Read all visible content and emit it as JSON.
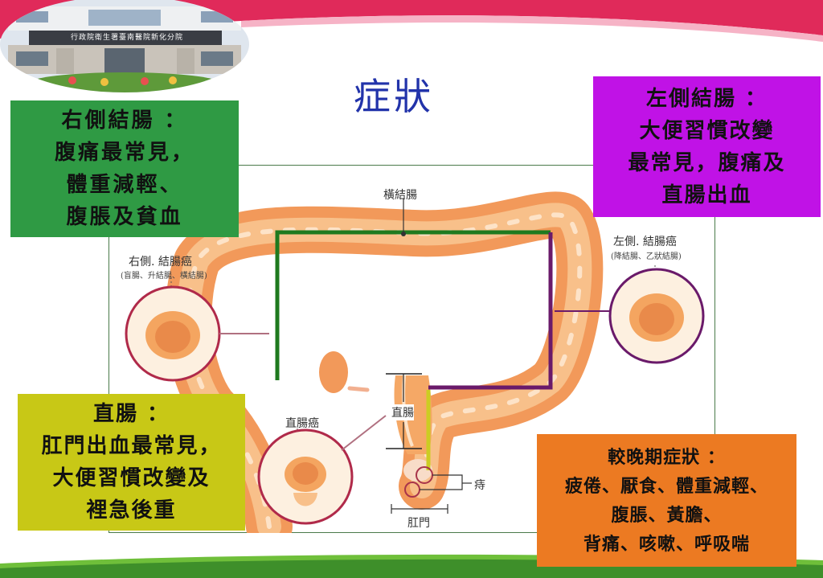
{
  "title": "症狀",
  "hospital_sign": "行政院衛生署臺南醫院新化分院",
  "boxes": {
    "right_colon": {
      "line1": "右側結腸 ：",
      "line2": "腹痛最常見，",
      "line3": "體重減輕、",
      "line4": "腹脹及貧血"
    },
    "left_colon": {
      "line1": "左側結腸 ：",
      "line2": "大便習慣改變",
      "line3": "最常見，腹痛及",
      "line4": "直腸出血"
    },
    "rectum": {
      "line1": "直腸 ：",
      "line2": "肛門出血最常見，",
      "line3": "大便習慣改變及",
      "line4": "裡急後重"
    },
    "late": {
      "line1": "較晚期症狀 ：",
      "line2": "疲倦、厭食、體重減輕、",
      "line3": "腹脹、黃膽、",
      "line4": "背痛、咳嗽、呼吸喘"
    }
  },
  "diagram_labels": {
    "transverse": "橫結腸",
    "right_cancer": "右側. 結腸癌",
    "right_cancer_sub": "(盲腸、升結腸、橫結腸)",
    "left_cancer": "左側. 結腸癌",
    "left_cancer_sub": "(降結腸、乙狀結腸)",
    "rectum": "直腸",
    "rectal_cancer": "直腸癌",
    "hemorrhoid": "痔",
    "anus": "肛門"
  },
  "colors": {
    "band": "#e02a5a",
    "title": "#2233aa",
    "right_box": "#2f9a44",
    "left_box": "#c012e6",
    "rectum_box": "#c8c816",
    "late_box": "#ec7a22",
    "colon": "#f4a560",
    "green_line": "#1f7a1f",
    "purple_line": "#6a1a6a",
    "yellow_line": "#cccc22"
  }
}
